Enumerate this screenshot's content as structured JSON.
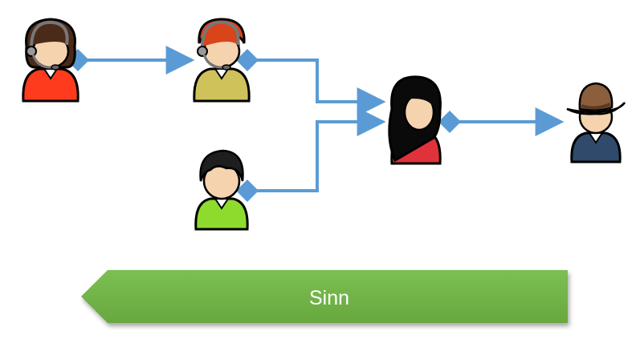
{
  "banner": {
    "label": "Sinn",
    "color": "#70AD47",
    "direction": "left"
  },
  "colors": {
    "connector": "#5B9BD5",
    "outline": "#000000",
    "skin": "#F6D3AF"
  },
  "people": [
    {
      "id": "agent-1",
      "icon": "headset-agent-icon",
      "hair": "#4A2A18",
      "shirt": "#FF3B1E"
    },
    {
      "id": "agent-2",
      "icon": "headset-agent-icon",
      "hair": "#D9441A",
      "shirt": "#CFC25A"
    },
    {
      "id": "person-green",
      "icon": "person-icon",
      "hair": "#1E1E1E",
      "shirt": "#8EDB2E"
    },
    {
      "id": "person-woman",
      "icon": "woman-icon",
      "hair": "#0A0A0A",
      "shirt": "#E0323A"
    },
    {
      "id": "person-hat",
      "icon": "hat-person-icon",
      "hat": "#8B5E3C",
      "shirt": "#2F4A6B"
    }
  ],
  "connections": [
    {
      "from": "agent-1",
      "to": "agent-2"
    },
    {
      "from": "agent-2",
      "to": "person-woman"
    },
    {
      "from": "person-green",
      "to": "person-woman"
    },
    {
      "from": "person-woman",
      "to": "person-hat"
    }
  ]
}
